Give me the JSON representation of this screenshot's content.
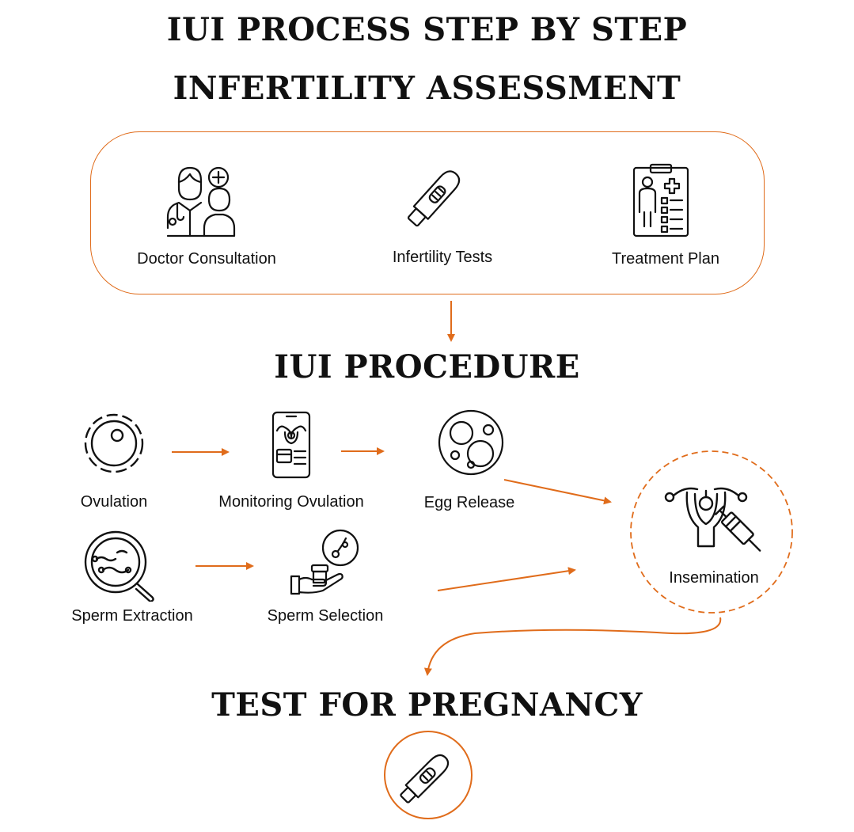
{
  "title": "IUI PROCESS STEP BY STEP",
  "sections": {
    "assessment": {
      "heading": "INFERTILITY ASSESSMENT",
      "steps": [
        {
          "label": "Doctor Consultation",
          "icon": "doctor-patient-icon"
        },
        {
          "label": "Infertility Tests",
          "icon": "test-strip-icon"
        },
        {
          "label": "Treatment Plan",
          "icon": "clipboard-plan-icon"
        }
      ]
    },
    "procedure": {
      "heading": "IUI PROCEDURE",
      "steps": [
        {
          "label": "Ovulation",
          "icon": "egg-cell-icon"
        },
        {
          "label": "Monitoring Ovulation",
          "icon": "phone-uterus-icon"
        },
        {
          "label": "Egg Release",
          "icon": "egg-cells-icon"
        },
        {
          "label": "Sperm Extraction",
          "icon": "magnifier-sperm-icon"
        },
        {
          "label": "Sperm Selection",
          "icon": "hand-sample-icon"
        },
        {
          "label": "Insemination",
          "icon": "uterus-syringe-icon"
        }
      ]
    },
    "pregnancy": {
      "heading": "TEST FOR PREGNANCY",
      "icon": "pregnancy-test-icon"
    }
  },
  "colors": {
    "accent": "#e06c1b",
    "text": "#111111",
    "background": "#ffffff"
  }
}
